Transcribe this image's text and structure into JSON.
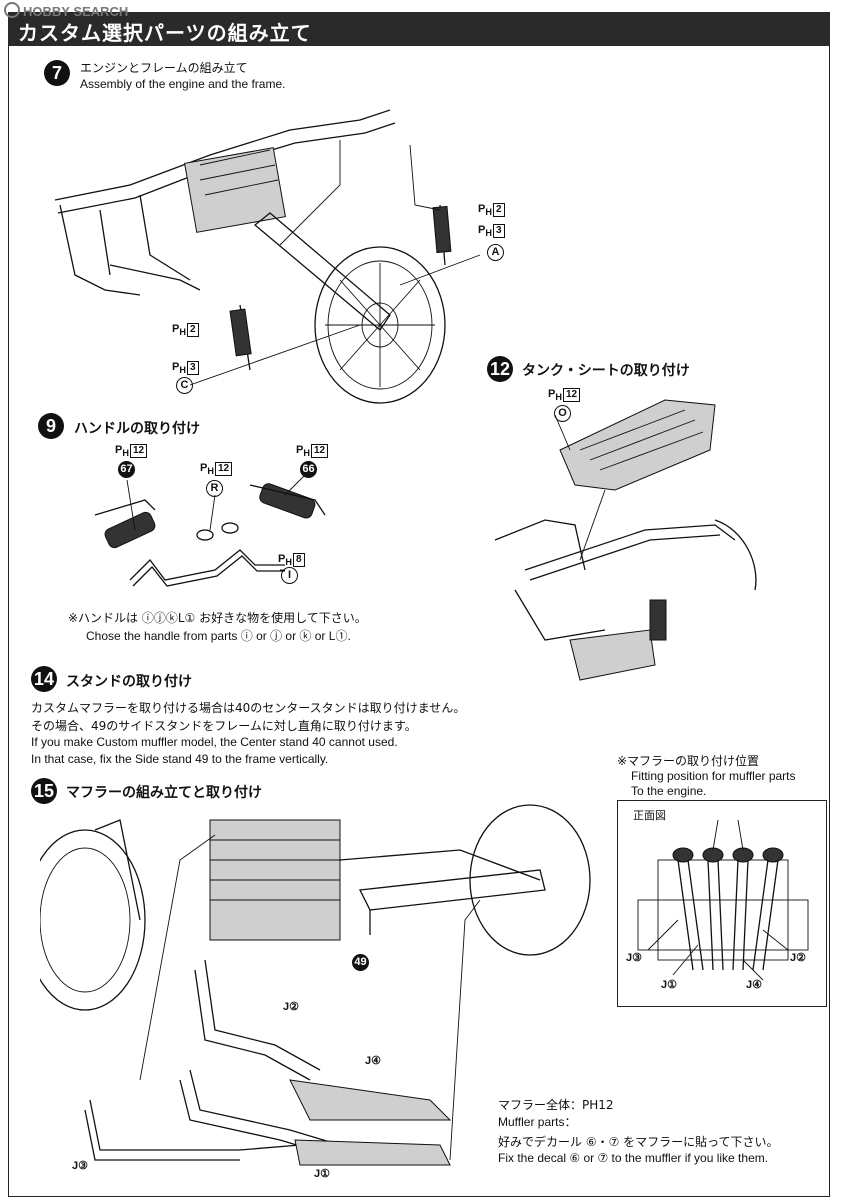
{
  "watermark": "HOBBY SEARCH",
  "header": {
    "title": "カスタム選択パーツの組み立て"
  },
  "step7": {
    "num": "7",
    "title_jp": "エンジンとフレームの組み立て",
    "title_en": "Assembly of the engine and the frame.",
    "labels": {
      "ph2_a": "PH2",
      "ph3_a": "PH3",
      "a": "A",
      "ph2_c": "PH2",
      "ph3_c": "PH3",
      "c": "C"
    }
  },
  "step9": {
    "num": "9",
    "title_jp": "ハンドルの取り付け",
    "labels": {
      "ph12_67": "PH12",
      "p67": "67",
      "ph12_r": "PH12",
      "r": "R",
      "ph12_66": "PH12",
      "p66": "66",
      "ph8": "PH8",
      "i": "I"
    },
    "note_jp": "※ハンドルは ⓘⓙⓚL① お好きな物を使用して下さい。",
    "note_en": "Chose the handle from parts ⓘ or ⓙ or ⓚ or L①."
  },
  "step12": {
    "num": "12",
    "title_jp": "タンク・シートの取り付け",
    "labels": {
      "ph12": "PH12",
      "o": "O"
    }
  },
  "step14": {
    "num": "14",
    "title_jp": "スタンドの取り付け",
    "line1_jp": "カスタムマフラーを取り付ける場合は40のセンタースタンドは取り付けません。",
    "line2_jp": "その場合、49のサイドスタンドをフレームに対し直角に取り付けます。",
    "line1_en": "If you make Custom muffler model, the Center stand 40 cannot used.",
    "line2_en": "In that case, fix the Side stand 49 to the frame vertically."
  },
  "step15": {
    "num": "15",
    "title_jp": "マフラーの組み立てと取り付け",
    "labels": {
      "p49": "49",
      "j2": "J②",
      "j4": "J④",
      "j3": "J③",
      "j1": "J①"
    },
    "muffler_all_jp": "マフラー全体：PH12",
    "muffler_en": "Muffler parts：",
    "decal_jp": "好みでデカール ⑥・⑦ をマフラーに貼って下さい。",
    "decal_en": "Fix the decal ⑥ or ⑦ to the muffler if you like them."
  },
  "fitting": {
    "title_jp": "※マフラーの取り付け位置",
    "title_en1": "Fitting position for muffler parts",
    "title_en2": "To the engine.",
    "front_view": "正面図",
    "labels": {
      "j3": "J③",
      "j2": "J②",
      "j1": "J①",
      "j4": "J④"
    }
  }
}
